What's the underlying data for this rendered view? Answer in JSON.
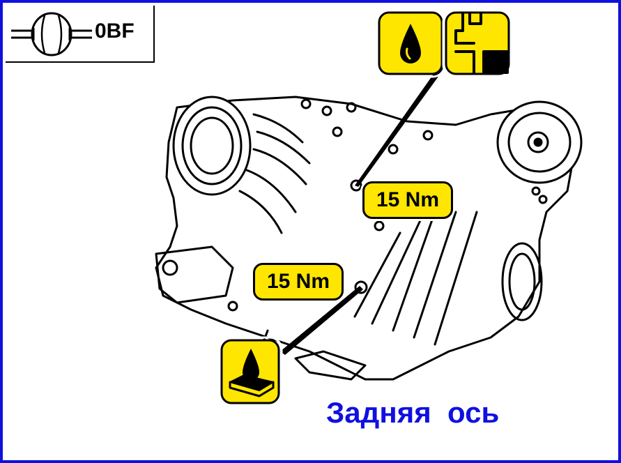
{
  "header": {
    "code": "0BF",
    "icon": "axle-shaft-icon"
  },
  "callouts": {
    "torque_upper": "15 Nm",
    "torque_lower": "15 Nm",
    "icons": [
      "oil-drop-icon",
      "fill-level-icon",
      "drain-oil-icon"
    ]
  },
  "caption": "Задняя  ось",
  "colors": {
    "frame": "#1010e0",
    "caption": "#1010e0",
    "callout": "#ffe600"
  }
}
